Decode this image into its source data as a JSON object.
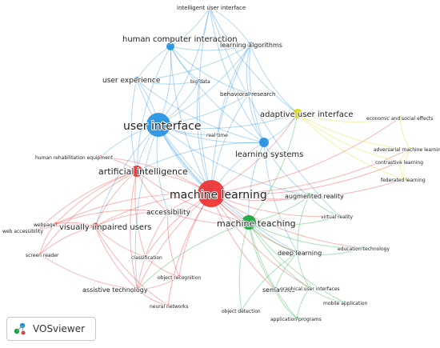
{
  "brand": {
    "name": "VOSviewer"
  },
  "clusters": [
    {
      "id": "blue",
      "color": "#1f8fe0"
    },
    {
      "id": "red",
      "color": "#ee2b2b"
    },
    {
      "id": "green",
      "color": "#13a536"
    },
    {
      "id": "yellow",
      "color": "#d8d800"
    }
  ],
  "nodes": [
    {
      "id": "user-interface",
      "label": "user interface",
      "cluster": "blue",
      "weight": 10
    },
    {
      "id": "human-computer-interaction",
      "label": "human computer interaction",
      "cluster": "blue",
      "weight": 4
    },
    {
      "id": "user-experience",
      "label": "user experience",
      "cluster": "blue",
      "weight": 3.5
    },
    {
      "id": "learning-algorithms",
      "label": "learning algorithms",
      "cluster": "blue",
      "weight": 2.5
    },
    {
      "id": "intelligent-user-interface",
      "label": "intelligent user interface",
      "cluster": "blue",
      "weight": 1.5
    },
    {
      "id": "big-data",
      "label": "big data",
      "cluster": "blue",
      "weight": 1
    },
    {
      "id": "behavioral-research",
      "label": "behavioral research",
      "cluster": "blue",
      "weight": 1.5
    },
    {
      "id": "learning-systems",
      "label": "learning systems",
      "cluster": "blue",
      "weight": 5
    },
    {
      "id": "real-time",
      "label": "real time",
      "cluster": "blue",
      "weight": 1
    },
    {
      "id": "machine-learning",
      "label": "machine learning",
      "cluster": "red",
      "weight": 12
    },
    {
      "id": "artificial-intelligence",
      "label": "artificial intelligence",
      "cluster": "red",
      "weight": 5
    },
    {
      "id": "human-rehabilitation-equipment",
      "label": "human rehabilitation equipment",
      "cluster": "red",
      "weight": 1
    },
    {
      "id": "accessibility",
      "label": "accessibility",
      "cluster": "red",
      "weight": 3
    },
    {
      "id": "visually-impaired-users",
      "label": "visually impaired users",
      "cluster": "red",
      "weight": 3.5
    },
    {
      "id": "webpage",
      "label": "webpage",
      "cluster": "red",
      "weight": 1
    },
    {
      "id": "web-accessibility",
      "label": "web accessibility",
      "cluster": "red",
      "weight": 1
    },
    {
      "id": "screen-reader",
      "label": "screen reader",
      "cluster": "red",
      "weight": 1
    },
    {
      "id": "classification",
      "label": "classification",
      "cluster": "red",
      "weight": 1
    },
    {
      "id": "object-recognition",
      "label": "object recognition",
      "cluster": "red",
      "weight": 1
    },
    {
      "id": "assistive-technology",
      "label": "assistive technology",
      "cluster": "red",
      "weight": 2
    },
    {
      "id": "neural-networks",
      "label": "neural networks",
      "cluster": "red",
      "weight": 1
    },
    {
      "id": "machine-teaching",
      "label": "machine teaching",
      "cluster": "green",
      "weight": 7
    },
    {
      "id": "augmented-reality",
      "label": "augmented reality",
      "cluster": "green",
      "weight": 2
    },
    {
      "id": "virtual-reality",
      "label": "virtual reality",
      "cluster": "green",
      "weight": 1
    },
    {
      "id": "deep-learning",
      "label": "deep learning",
      "cluster": "green",
      "weight": 2
    },
    {
      "id": "education-technology",
      "label": "education technology",
      "cluster": "green",
      "weight": 1
    },
    {
      "id": "semantics",
      "label": "semantics",
      "cluster": "green",
      "weight": 2
    },
    {
      "id": "graphical-user-interfaces",
      "label": "graphical user interfaces",
      "cluster": "green",
      "weight": 1
    },
    {
      "id": "mobile-application",
      "label": "mobile application",
      "cluster": "green",
      "weight": 1
    },
    {
      "id": "object-detection",
      "label": "object detection",
      "cluster": "green",
      "weight": 1
    },
    {
      "id": "application-programs",
      "label": "application programs",
      "cluster": "green",
      "weight": 1
    },
    {
      "id": "adaptive-user-interface",
      "label": "adaptive user interface",
      "cluster": "yellow",
      "weight": 4
    },
    {
      "id": "economic-and-social-effects",
      "label": "economic and social effects",
      "cluster": "yellow",
      "weight": 1
    },
    {
      "id": "adversarial-machine-learning",
      "label": "adversarial machine learning",
      "cluster": "yellow",
      "weight": 1
    },
    {
      "id": "contrastive-learning",
      "label": "contrastive learning",
      "cluster": "yellow",
      "weight": 1
    },
    {
      "id": "federated-learning",
      "label": "federated learning",
      "cluster": "yellow",
      "weight": 1
    }
  ],
  "links": [
    [
      "user-interface",
      "human-computer-interaction"
    ],
    [
      "user-interface",
      "user-experience"
    ],
    [
      "user-interface",
      "learning-algorithms"
    ],
    [
      "user-interface",
      "intelligent-user-interface"
    ],
    [
      "user-interface",
      "big-data"
    ],
    [
      "user-interface",
      "behavioral-research"
    ],
    [
      "user-interface",
      "learning-systems"
    ],
    [
      "user-interface",
      "real-time"
    ],
    [
      "user-interface",
      "machine-learning"
    ],
    [
      "user-interface",
      "artificial-intelligence"
    ],
    [
      "user-interface",
      "adaptive-user-interface"
    ],
    [
      "user-interface",
      "machine-teaching"
    ],
    [
      "user-interface",
      "accessibility"
    ],
    [
      "user-interface",
      "visually-impaired-users"
    ],
    [
      "user-interface",
      "augmented-reality"
    ],
    [
      "user-interface",
      "human-rehabilitation-equipment"
    ],
    [
      "user-interface",
      "deep-learning"
    ],
    [
      "user-interface",
      "assistive-technology"
    ],
    [
      "human-computer-interaction",
      "user-experience"
    ],
    [
      "human-computer-interaction",
      "learning-algorithms"
    ],
    [
      "human-computer-interaction",
      "learning-systems"
    ],
    [
      "human-computer-interaction",
      "machine-learning"
    ],
    [
      "human-computer-interaction",
      "intelligent-user-interface"
    ],
    [
      "human-computer-interaction",
      "artificial-intelligence"
    ],
    [
      "human-computer-interaction",
      "behavioral-research"
    ],
    [
      "human-computer-interaction",
      "big-data"
    ],
    [
      "user-experience",
      "learning-systems"
    ],
    [
      "user-experience",
      "machine-learning"
    ],
    [
      "user-experience",
      "learning-algorithms"
    ],
    [
      "user-experience",
      "artificial-intelligence"
    ],
    [
      "user-experience",
      "big-data"
    ],
    [
      "learning-algorithms",
      "learning-systems"
    ],
    [
      "learning-algorithms",
      "machine-learning"
    ],
    [
      "learning-algorithms",
      "behavioral-research"
    ],
    [
      "learning-algorithms",
      "intelligent-user-interface"
    ],
    [
      "learning-algorithms",
      "real-time"
    ],
    [
      "learning-algorithms",
      "adaptive-user-interface"
    ],
    [
      "intelligent-user-interface",
      "machine-learning"
    ],
    [
      "intelligent-user-interface",
      "learning-systems"
    ],
    [
      "intelligent-user-interface",
      "adaptive-user-interface"
    ],
    [
      "intelligent-user-interface",
      "virtual-reality"
    ],
    [
      "behavioral-research",
      "learning-systems"
    ],
    [
      "behavioral-research",
      "machine-learning"
    ],
    [
      "big-data",
      "machine-learning"
    ],
    [
      "learning-systems",
      "machine-learning"
    ],
    [
      "learning-systems",
      "machine-teaching"
    ],
    [
      "learning-systems",
      "adaptive-user-interface"
    ],
    [
      "learning-systems",
      "artificial-intelligence"
    ],
    [
      "learning-systems",
      "augmented-reality"
    ],
    [
      "learning-systems",
      "deep-learning"
    ],
    [
      "machine-learning",
      "artificial-intelligence"
    ],
    [
      "machine-learning",
      "accessibility"
    ],
    [
      "machine-learning",
      "visually-impaired-users"
    ],
    [
      "machine-learning",
      "machine-teaching"
    ],
    [
      "machine-learning",
      "adaptive-user-interface"
    ],
    [
      "machine-learning",
      "augmented-reality"
    ],
    [
      "machine-learning",
      "deep-learning"
    ],
    [
      "machine-learning",
      "assistive-technology"
    ],
    [
      "machine-learning",
      "webpage"
    ],
    [
      "machine-learning",
      "human-rehabilitation-equipment"
    ],
    [
      "machine-learning",
      "classification"
    ],
    [
      "machine-learning",
      "object-recognition"
    ],
    [
      "machine-learning",
      "semantics"
    ],
    [
      "machine-learning",
      "neural-networks"
    ],
    [
      "machine-learning",
      "virtual-reality"
    ],
    [
      "machine-learning",
      "adversarial-machine-learning"
    ],
    [
      "machine-learning",
      "federated-learning"
    ],
    [
      "machine-learning",
      "contrastive-learning"
    ],
    [
      "machine-learning",
      "economic-and-social-effects"
    ],
    [
      "machine-learning",
      "graphical-user-interfaces"
    ],
    [
      "machine-learning",
      "education-technology"
    ],
    [
      "artificial-intelligence",
      "human-rehabilitation-equipment"
    ],
    [
      "artificial-intelligence",
      "visually-impaired-users"
    ],
    [
      "artificial-intelligence",
      "accessibility"
    ],
    [
      "artificial-intelligence",
      "webpage"
    ],
    [
      "artificial-intelligence",
      "assistive-technology"
    ],
    [
      "artificial-intelligence",
      "web-accessibility"
    ],
    [
      "artificial-intelligence",
      "screen-reader"
    ],
    [
      "artificial-intelligence",
      "classification"
    ],
    [
      "artificial-intelligence",
      "machine-teaching"
    ],
    [
      "accessibility",
      "visually-impaired-users"
    ],
    [
      "accessibility",
      "assistive-technology"
    ],
    [
      "accessibility",
      "webpage"
    ],
    [
      "accessibility",
      "object-recognition"
    ],
    [
      "accessibility",
      "machine-teaching"
    ],
    [
      "visually-impaired-users",
      "webpage"
    ],
    [
      "visually-impaired-users",
      "web-accessibility"
    ],
    [
      "visually-impaired-users",
      "screen-reader"
    ],
    [
      "visually-impaired-users",
      "assistive-technology"
    ],
    [
      "visually-impaired-users",
      "classification"
    ],
    [
      "visually-impaired-users",
      "neural-networks"
    ],
    [
      "webpage",
      "web-accessibility"
    ],
    [
      "webpage",
      "screen-reader"
    ],
    [
      "screen-reader",
      "assistive-technology"
    ],
    [
      "assistive-technology",
      "neural-networks"
    ],
    [
      "assistive-technology",
      "object-recognition"
    ],
    [
      "classification",
      "object-recognition"
    ],
    [
      "machine-teaching",
      "augmented-reality"
    ],
    [
      "machine-teaching",
      "virtual-reality"
    ],
    [
      "machine-teaching",
      "deep-learning"
    ],
    [
      "machine-teaching",
      "semantics"
    ],
    [
      "machine-teaching",
      "education-technology"
    ],
    [
      "machine-teaching",
      "graphical-user-interfaces"
    ],
    [
      "machine-teaching",
      "mobile-application"
    ],
    [
      "machine-teaching",
      "object-detection"
    ],
    [
      "machine-teaching",
      "application-programs"
    ],
    [
      "machine-teaching",
      "adaptive-user-interface"
    ],
    [
      "machine-teaching",
      "assistive-technology"
    ],
    [
      "deep-learning",
      "semantics"
    ],
    [
      "deep-learning",
      "education-technology"
    ],
    [
      "deep-learning",
      "object-detection"
    ],
    [
      "deep-learning",
      "graphical-user-interfaces"
    ],
    [
      "semantics",
      "graphical-user-interfaces"
    ],
    [
      "semantics",
      "application-programs"
    ],
    [
      "graphical-user-interfaces",
      "mobile-application"
    ],
    [
      "graphical-user-interfaces",
      "application-programs"
    ],
    [
      "adaptive-user-interface",
      "economic-and-social-effects"
    ],
    [
      "adaptive-user-interface",
      "adversarial-machine-learning"
    ],
    [
      "adaptive-user-interface",
      "contrastive-learning"
    ],
    [
      "adaptive-user-interface",
      "federated-learning"
    ],
    [
      "adversarial-machine-learning",
      "contrastive-learning"
    ],
    [
      "adversarial-machine-learning",
      "federated-learning"
    ],
    [
      "contrastive-learning",
      "federated-learning"
    ],
    [
      "economic-and-social-effects",
      "adversarial-machine-learning"
    ],
    [
      "augmented-reality",
      "virtual-reality"
    ],
    [
      "augmented-reality",
      "deep-learning"
    ]
  ]
}
